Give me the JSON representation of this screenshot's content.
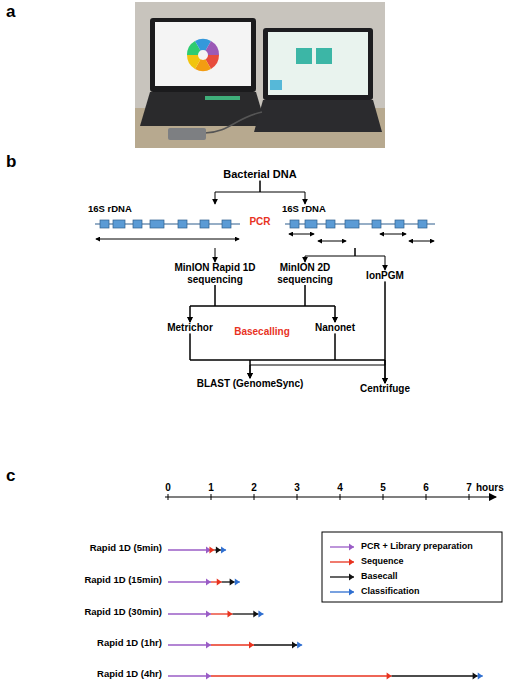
{
  "diagram": {
    "nodes": [
      {
        "text": [
          "Bacterial DNA"
        ]
      },
      {
        "text": [
          "16S rDNA"
        ]
      },
      {
        "text": [
          "16S rDNA"
        ]
      },
      {
        "text": [
          "MinION Rapid 1D sequencing"
        ]
      },
      {
        "text": [
          "MinION 2D sequencing"
        ]
      },
      {
        "text": [
          "IonPGM"
        ]
      },
      {
        "text": [
          "Metrichor"
        ]
      },
      {
        "text": [
          "Nanonet"
        ]
      },
      {
        "text": [
          "BLAST (GenomeSync)"
        ]
      },
      {
        "text": [
          "Centrifuge"
        ]
      }
    ],
    "edges": [
      {
        "from": 0,
        "to": 1,
        "arrow": "to"
      },
      {
        "from": 0,
        "to": 2,
        "arrow": "to"
      },
      {
        "from": 1,
        "to": 3,
        "arrow": "to"
      },
      {
        "from": 2,
        "to": 4,
        "arrow": "to"
      },
      {
        "from": 2,
        "to": 5,
        "arrow": "to"
      },
      {
        "from": 3,
        "to": 6,
        "arrow": "to"
      },
      {
        "from": 3,
        "to": 7,
        "arrow": "to"
      },
      {
        "from": 4,
        "to": 6,
        "arrow": "to"
      },
      {
        "from": 4,
        "to": 7,
        "arrow": "to"
      },
      {
        "from": 6,
        "to": 8,
        "arrow": "to"
      },
      {
        "from": 6,
        "to": 9,
        "arrow": "to"
      },
      {
        "from": 7,
        "to": 8,
        "arrow": "to"
      },
      {
        "from": 7,
        "to": 9,
        "arrow": "to"
      },
      {
        "from": 5,
        "to": 8,
        "arrow": "to"
      },
      {
        "from": 5,
        "to": 9,
        "arrow": "to"
      }
    ],
    "labels": [
      "a",
      "b",
      "PCR",
      "Basecalling",
      "c",
      "0",
      "1",
      "2",
      "3",
      "4",
      "5",
      "6",
      "7",
      "hours",
      "Rapid 1D (5min)",
      "Rapid 1D (15min)",
      "Rapid 1D (30min)",
      "Rapid 1D (1hr)",
      "Rapid 1D (4hr)"
    ],
    "legend": [
      {
        "text": "PCR + Library preparation"
      },
      {
        "text": "Sequence"
      },
      {
        "text": "Basecall"
      },
      {
        "text": "Classification"
      }
    ]
  }
}
